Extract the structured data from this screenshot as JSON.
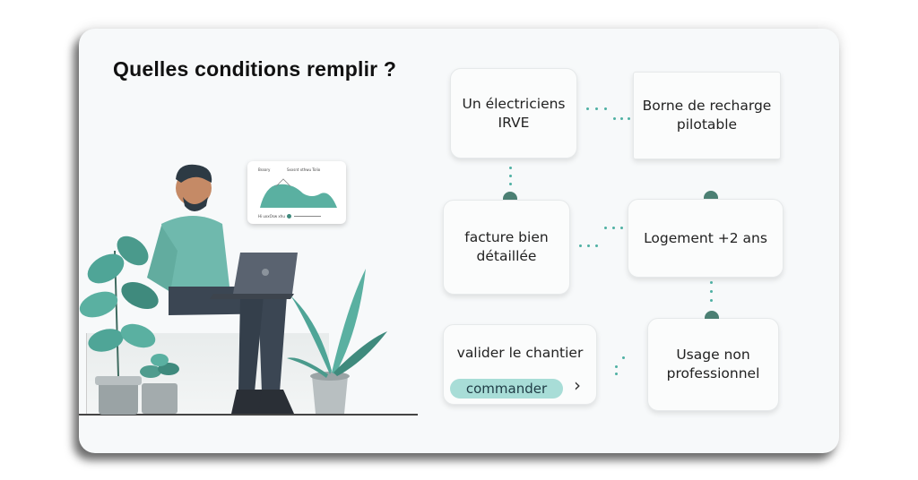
{
  "title": "Quelles conditions remplir ?",
  "conditions": {
    "electricien": "Un électriciens\nIRVE",
    "borne": "Borne de recharge\npilotable",
    "facture": "facture bien\ndétaillée",
    "logement": "Logement +2 ans",
    "usage": "Usage non\nprofessionnel"
  },
  "cta": {
    "label": "valider le chantier",
    "button": "commander",
    "chevron": "›"
  },
  "illustration": {
    "popup_label_1": "Bssory",
    "popup_label_2": "Sxxsnt xthwu Tolio",
    "popup_footer": "Hi uxxOsw xhu"
  },
  "colors": {
    "accent": "#4fb0a3",
    "button_bg": "#a8ddd7",
    "shirt": "#6fb9ad"
  }
}
